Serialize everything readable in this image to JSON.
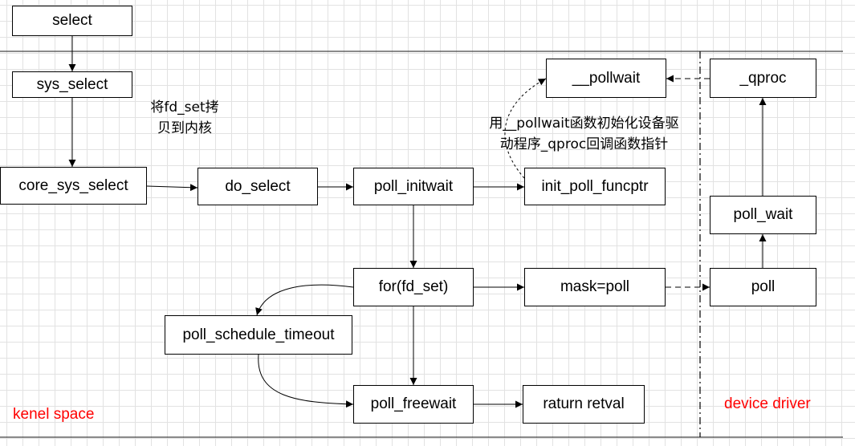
{
  "colors": {
    "label_red": "#ff0000",
    "line": "#000000",
    "grid": "#e2e2e2"
  },
  "nodes": {
    "select": "select",
    "sys_select": "sys_select",
    "core_sys_select": "core_sys_select",
    "do_select": "do_select",
    "poll_initwait": "poll_initwait",
    "init_poll_funcptr": "init_poll_funcptr",
    "pollwait": "__pollwait",
    "qproc": "_qproc",
    "poll_wait": "poll_wait",
    "for_fd_set": "for(fd_set)",
    "mask_poll": "mask=poll",
    "poll": "poll",
    "poll_schedule_timeout": "poll_schedule_timeout",
    "poll_freewait": "poll_freewait",
    "return_retval": "raturn retval"
  },
  "notes": {
    "copy_line1": "将fd_set拷",
    "copy_line2": "贝到内核",
    "init_line1": "用__pollwait函数初始化设备驱",
    "init_line2": "动程序_qproc回调函数指针"
  },
  "regions": {
    "kernel_space": "kenel space",
    "device_driver": "device driver"
  }
}
